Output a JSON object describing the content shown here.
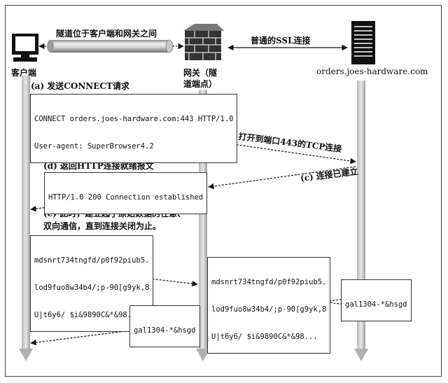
{
  "actors": {
    "client": "客户端",
    "gateway_line1": "网关（隧",
    "gateway_line2": "道端点）",
    "server": "orders.joes-hardware.com"
  },
  "tunnel_label": "隧道位于客户端和网关之间",
  "ssl_label": "普通的SSL连接",
  "steps": {
    "a": "(a)  发送CONNECT请求",
    "b": "(b)  打开到端口443的TCP连接",
    "c": "(c)  连接已建立",
    "d": "(d)  返回HTTP连接就绪报文",
    "e1": "(e)  此时，建立起了原始数据的任意、",
    "e2": "双向通信，直到连接关闭为止。"
  },
  "messages": {
    "connect": [
      "CONNECT orders.joes-hardware.com:443 HTTP/1.0",
      "User-agent: SuperBrowser4.2"
    ],
    "established": [
      "HTTP/1.0 200 Connection established"
    ],
    "raw_client": [
      "mdsnrt734tngfd/p0f92piub5.",
      "lod9fuo8w34b4/;p-90[g9yk,8",
      "U|t6y6/ $i&9890C&*&98..."
    ],
    "raw_gateway": [
      "mdsnrt734tngfd/p0f92piub5.",
      "lod9fuo8w34b4/;p-90[g9yk,8",
      "U|t6y6/ $i&9890C&*&98..."
    ],
    "reply_server": [
      "gal1304-*&hsgd"
    ],
    "reply_gateway": [
      "gal1304-*&hsgd"
    ]
  }
}
